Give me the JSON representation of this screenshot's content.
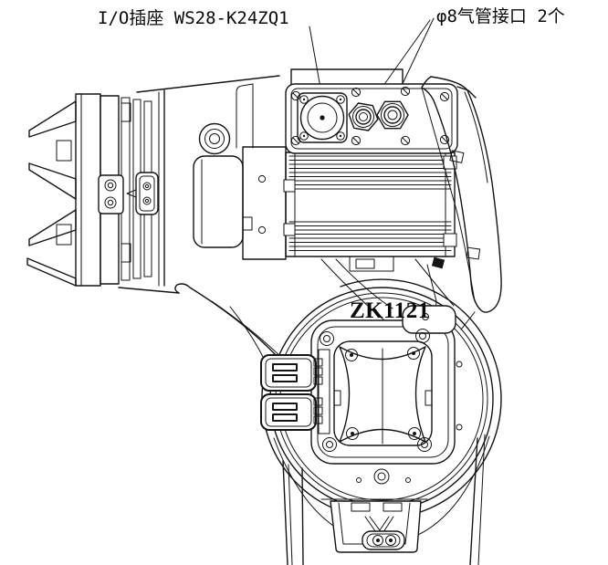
{
  "figure": {
    "type": "technical-drawing",
    "subject": "industrial-robot-wrist-and-joint-assembly",
    "background_color": "#ffffff",
    "line_color": "#141414",
    "labels": {
      "io_socket": "I/O插座 WS28-K24ZQ1",
      "air_fitting": "φ8气管接口 2个",
      "part_number": "ZK1121"
    }
  }
}
